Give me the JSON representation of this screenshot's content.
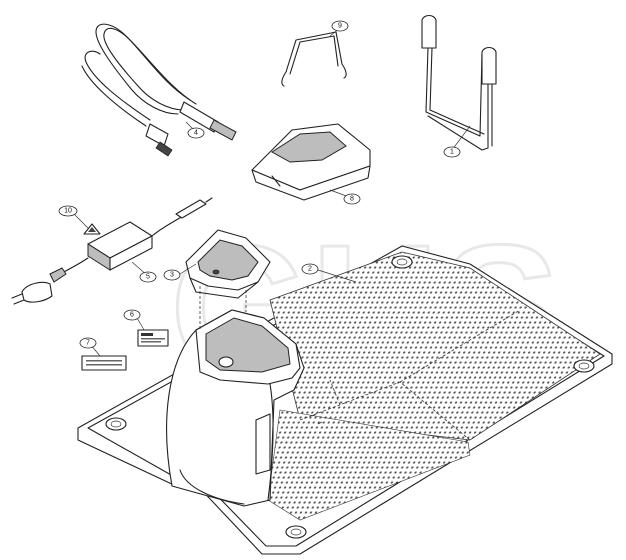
{
  "watermark": {
    "text": "GHS"
  },
  "callouts": [
    {
      "id": "1",
      "label": "1"
    },
    {
      "id": "2",
      "label": "2"
    },
    {
      "id": "3",
      "label": "3"
    },
    {
      "id": "4",
      "label": "4"
    },
    {
      "id": "5",
      "label": "5"
    },
    {
      "id": "6",
      "label": "6"
    },
    {
      "id": "7",
      "label": "7"
    },
    {
      "id": "8",
      "label": "8"
    },
    {
      "id": "9",
      "label": "9"
    },
    {
      "id": "10",
      "label": "10"
    }
  ]
}
